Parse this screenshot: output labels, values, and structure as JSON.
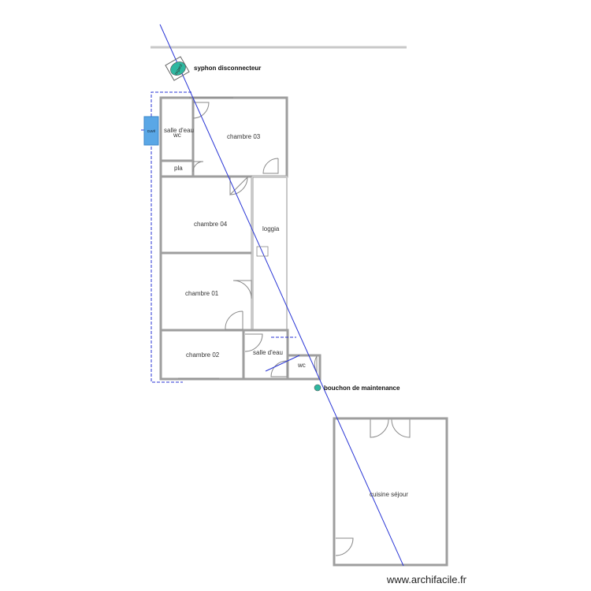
{
  "rooms": {
    "salle_eau_top": "salle d'eau",
    "wc_top": "wc",
    "chambre_03": "chambre 03",
    "pla": "pla",
    "chambre_04": "chambre 04",
    "loggia": "loggia",
    "chambre_01": "chambre 01",
    "chambre_02": "chambre 02",
    "salle_eau_bottom": "salle d'eau",
    "wc_bottom": "wc",
    "cuisine_sejour": "cuisine séjour"
  },
  "annotations": {
    "syphon": "syphon disconnecteur",
    "bouchon": "bouchon de maintenance",
    "syphon_tag": "regard",
    "tank_tag": "cuvé"
  },
  "colors": {
    "wall": "#9e9e9e",
    "pipe": "#2a36d6",
    "regard": "#2fb7a0",
    "tank": "#5aa7e6"
  },
  "watermark": "www.archifacile.fr"
}
